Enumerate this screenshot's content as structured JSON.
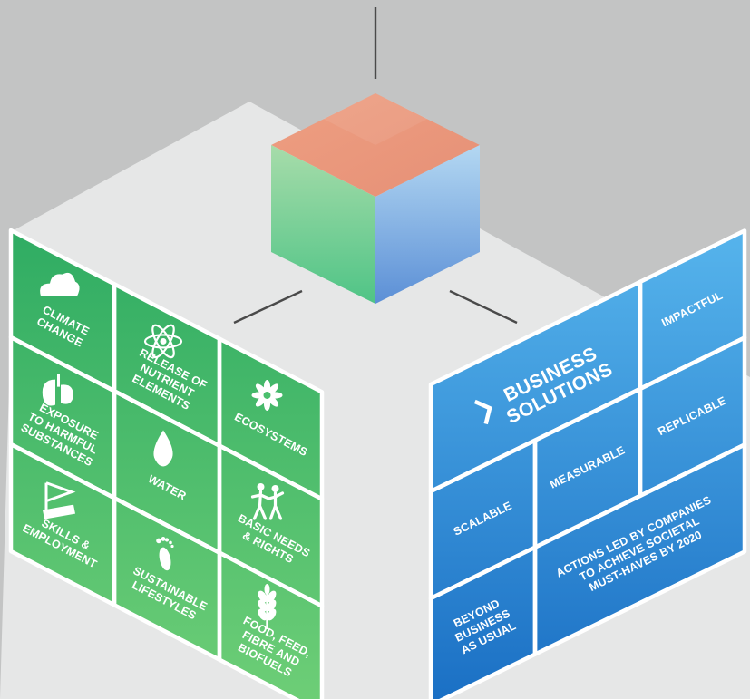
{
  "colors": {
    "background": "#c3c4c4",
    "floor": "#e6e7e7",
    "green_dark": "#2fac63",
    "green_light": "#6fcf77",
    "blue_dark": "#1a6fc4",
    "blue_light": "#56b4ec",
    "cube_top": "#ec9a7c",
    "cube_left": "#7fd48c",
    "cube_right": "#6aa6e2"
  },
  "left_panel": {
    "tiles": [
      {
        "icon": "cloud-icon",
        "lines": [
          "CLIMATE",
          "CHANGE"
        ]
      },
      {
        "icon": "atom-icon",
        "lines": [
          "RELEASE OF",
          "NUTRIENT",
          "ELEMENTS"
        ]
      },
      {
        "icon": "flower-icon",
        "lines": [
          "ECOSYSTEMS"
        ]
      },
      {
        "icon": "lungs-icon",
        "lines": [
          "EXPOSURE",
          "TO HARMFUL",
          "SUBSTANCES"
        ]
      },
      {
        "icon": "water-drop-icon",
        "lines": [
          "WATER"
        ]
      },
      {
        "icon": "people-icon",
        "lines": [
          "BASIC NEEDS",
          "& RIGHTS"
        ]
      },
      {
        "icon": "flag-ruler-icon",
        "lines": [
          "SKILLS &",
          "EMPLOYMENT"
        ]
      },
      {
        "icon": "footprint-icon",
        "lines": [
          "SUSTAINABLE",
          "LIFESTYLES"
        ]
      },
      {
        "icon": "wheat-icon",
        "lines": [
          "FOOD, FEED,",
          "FIBRE AND",
          "BIOFUELS"
        ]
      }
    ]
  },
  "right_panel": {
    "title_lines": [
      "BUSINESS",
      "SOLUTIONS"
    ],
    "title_icon": "chevron-right-icon",
    "tiles": [
      {
        "lines": [
          "IMPACTFUL"
        ]
      },
      {
        "lines": [
          "REPLICABLE"
        ]
      },
      {
        "lines": [
          "MEASURABLE"
        ]
      },
      {
        "lines": [
          "SCALABLE"
        ]
      },
      {
        "lines": [
          "ACTIONS LED BY COMPANIES",
          "TO ACHIEVE SOCIETAL",
          "MUST-HAVES BY 2020"
        ]
      },
      {
        "lines": [
          "BEYOND",
          "BUSINESS",
          "AS USUAL"
        ]
      }
    ]
  }
}
